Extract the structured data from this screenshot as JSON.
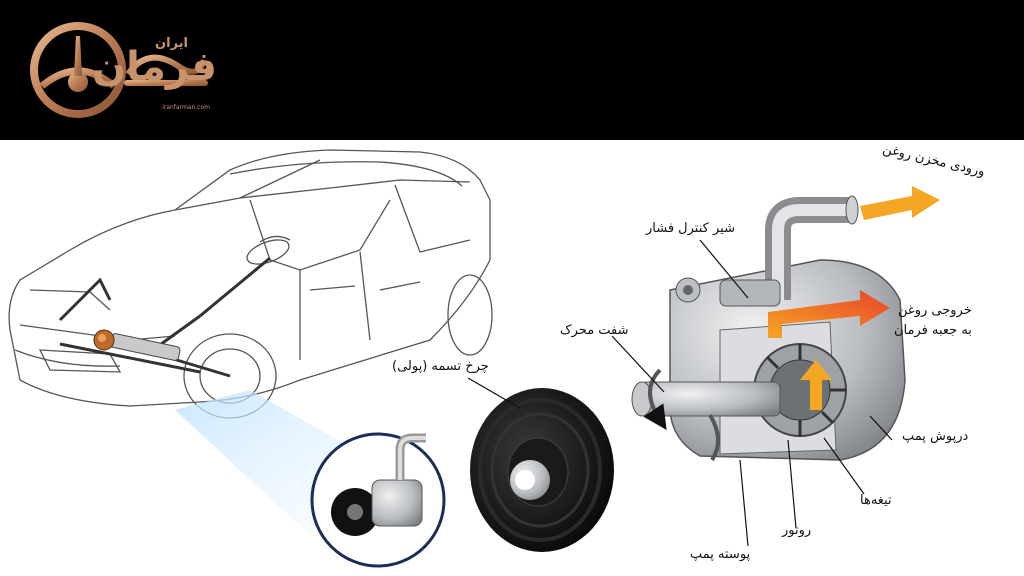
{
  "brand": {
    "logo_word": "فرمان",
    "logo_sub": "ایران",
    "logo_small": "iranfarman.com",
    "gold": "#c8926b"
  },
  "labels": {
    "reservoir_inlet": "ورودی مخزن روغن",
    "pressure_valve": "شیر کنترل فشار",
    "oil_outlet_1": "خروجی روغن",
    "oil_outlet_2": "به جعبه فرمان",
    "engine_shaft": "شفت محرک",
    "pulley": "چرخ تسمه (پولی)",
    "pump_cover": "درپوش پمپ",
    "vanes": "تیغه‌ها",
    "rotor": "روتور",
    "pump_housing": "پوسته پمپ"
  },
  "colors": {
    "flow_arrow": "#f5a623",
    "flow_arrow_hot": "#e8442a",
    "outline": "#444444",
    "metal": "#c7c9cc"
  }
}
